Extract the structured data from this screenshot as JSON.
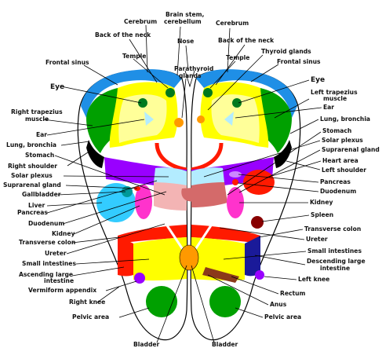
{
  "labels": {
    "cerebrum_left": "Cerebrum",
    "brain_stem": "Brain stem,\ncerebellum",
    "cerebrum_right": "Cerebrum",
    "back_neck_left": "Back of the neck",
    "nose": "Nose",
    "back_neck_right": "Back of the neck",
    "thyroid": "Thyroid glands",
    "temple_left": "Temple",
    "parathyroid": "Parathyroid\nglands",
    "temple_right": "Temple",
    "frontal_left": "Frontal sinus",
    "frontal_right": "Frontal sinus",
    "eye_left": "Eye",
    "eye_right": "Eye",
    "trapezius_left": "Right trapezius\nmuscle",
    "trapezius_right": "Left trapezius\nmuscle",
    "ear_left": "Ear",
    "ear_right": "Ear",
    "lung_left": "Lung, bronchia",
    "lung_right": "Lung, bronchia",
    "stomach_left": "Stomach",
    "stomach_right": "Stomach",
    "shoulder_left": "Right shoulder",
    "solar_left": "Solar plexus",
    "solar_right": "Solar plexus",
    "suprarenal_left": "Suprarenal gland",
    "suprarenal_right": "Suprarenal gland",
    "heart": "Heart area",
    "shoulder_right": "Left shoulder",
    "gallbladder": "Gallbladder",
    "pancreas_right": "Pancreas",
    "liver": "Liver",
    "duodenum_right": "Duodenum",
    "pancreas_left": "Pancreas",
    "kidney_right": "Kidney",
    "duodenum_left": "Duodenum",
    "spleen": "Spleen",
    "kidney_left": "Kidney",
    "transverse_right": "Transverse colon",
    "transverse_left": "Transverse colon",
    "ureter_right": "Ureter",
    "ureter_left": "Ureter",
    "small_int_right": "Small intestines",
    "small_int_left": "Small intestines",
    "descending": "Descending large\nintestine",
    "ascending": "Ascending large\nintestine",
    "left_knee": "Left knee",
    "appendix": "Vermiform appendix",
    "rectum": "Rectum",
    "right_knee": "Right knee",
    "anus": "Anus",
    "pelvic_left": "Pelvic area",
    "pelvic_right": "Pelvic area",
    "bladder_left": "Bladder",
    "bladder_right": "Bladder"
  },
  "colors": {
    "toe_blue": "#1f8fe6",
    "yellow": "#ffff00",
    "pale_yellow": "#ffff99",
    "green": "#00a000",
    "dark_green": "#007a1e",
    "black": "#000000",
    "red": "#ff1a00",
    "purple": "#9900ff",
    "light_purple": "#cc88ff",
    "light_blue": "#b3ecff",
    "pink": "#f3b4b4",
    "rose": "#d46a6a",
    "cyan": "#33ccff",
    "magenta": "#ff33cc",
    "teal": "#009999",
    "orange": "#ff9900",
    "navy": "#1a1a99",
    "brown": "#8b3a1a",
    "dark_red": "#880000"
  }
}
